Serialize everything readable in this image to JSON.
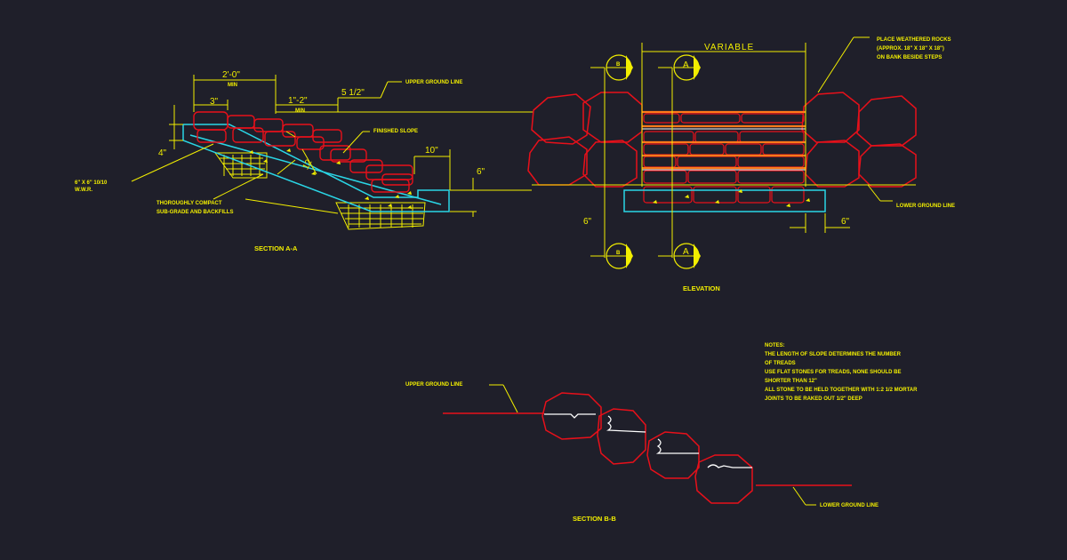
{
  "colors": {
    "background": "#1f1f2a",
    "annotation": "#f2ee00",
    "stone": "#e8101a",
    "tread": "#ff7a1a",
    "footing": "#2ad6e6",
    "white": "#ffffff"
  },
  "section_aa": {
    "title": "SECTION A-A",
    "dim_width": "2'-0\"",
    "dim_width_note": "MIN",
    "dim_3": "3\"",
    "dim_riser": "1\"-2\"",
    "dim_riser_note": "MIN",
    "dim_offset": "5 1/2\"",
    "dim_4": "4\"",
    "dim_10": "10\"",
    "dim_6": "6\"",
    "slope_label": "12",
    "note_upper_ground": "UPPER GROUND LINE",
    "note_finished_slope": "FINISHED SLOPE",
    "note_wwr_1": "6\" X 6\" 10/10",
    "note_wwr_2": "W.W.R.",
    "note_compact_1": "THOROUGHLY COMPACT",
    "note_compact_2": "SUB-GRADE AND BACKFILLS"
  },
  "elevation": {
    "title": "ELEVATION",
    "dim_variable": "VARIABLE",
    "dim_6_left": "6\"",
    "dim_6_right": "6\"",
    "note_rocks_1": "PLACE WEATHERED ROCKS",
    "note_rocks_2": "(APPROX. 18\" X 18\" X 18\")",
    "note_rocks_3": "ON BANK BESIDE STEPS",
    "note_lower_ground": "LOWER GROUND LINE",
    "marker_b": "B",
    "marker_a": "A"
  },
  "notes": {
    "heading": "NOTES:",
    "lines": [
      "THE LENGTH OF SLOPE DETERMINES THE NUMBER",
      "OF TREADS",
      "USE FLAT STONES FOR TREADS, NONE SHOULD BE",
      "SHORTER THAN 12\"",
      "ALL STONE TO BE HELD TOGETHER WITH 1:2 1/2 MORTAR",
      "JOINTS TO BE RAKED OUT 1/2\" DEEP"
    ]
  },
  "section_bb": {
    "title": "SECTION B-B",
    "note_upper_ground": "UPPER GROUND LINE",
    "note_lower_ground": "LOWER GROUND LINE"
  }
}
